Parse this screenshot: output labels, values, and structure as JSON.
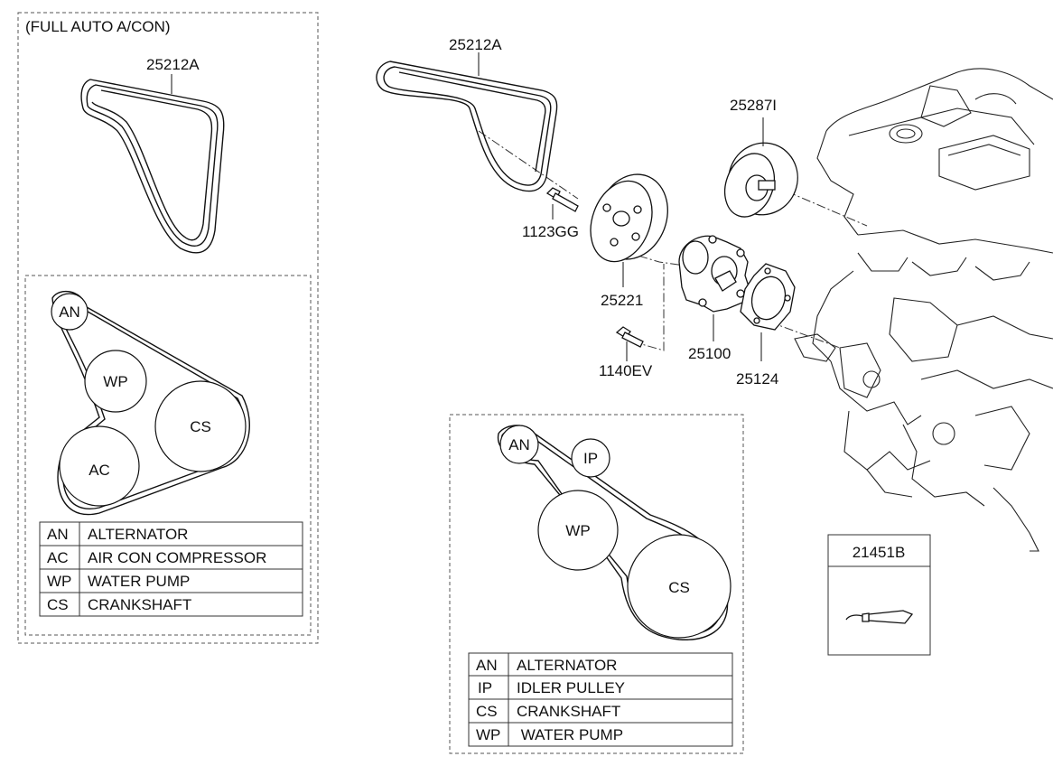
{
  "left_panel": {
    "title": "(FULL AUTO A/CON)",
    "belt_part": "25212A",
    "pulleys": {
      "an": "AN",
      "wp": "WP",
      "cs": "CS",
      "ac": "AC"
    },
    "legend": [
      {
        "code": "AN",
        "name": "ALTERNATOR"
      },
      {
        "code": "AC",
        "name": "AIR CON COMPRESSOR"
      },
      {
        "code": "WP",
        "name": "WATER PUMP"
      },
      {
        "code": "CS",
        "name": "CRANKSHAFT"
      }
    ]
  },
  "main": {
    "belt_part": "25212A",
    "idler_part": "25287I",
    "bolt_upper": "1123GG",
    "pulley_part": "25221",
    "bolt_lower": "1140EV",
    "pump_part": "25100",
    "gasket_part": "25124"
  },
  "bottom_panel": {
    "pulleys": {
      "an": "AN",
      "ip": "IP",
      "wp": "WP",
      "cs": "CS"
    },
    "legend": [
      {
        "code": "AN",
        "name": "ALTERNATOR"
      },
      {
        "code": "IP",
        "name": "IDLER PULLEY"
      },
      {
        "code": "CS",
        "name": "CRANKSHAFT"
      },
      {
        "code": "WP",
        "name": " WATER PUMP"
      }
    ]
  },
  "sealant": {
    "part": "21451B"
  }
}
